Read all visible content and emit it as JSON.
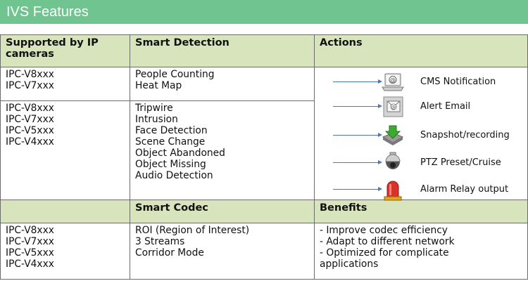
{
  "header": {
    "title": "IVS Features"
  },
  "table": {
    "row1": {
      "col1": "Supported by IP cameras",
      "col2": "Smart Detection",
      "col3": "Actions"
    },
    "row2": {
      "cameras": [
        "IPC-V8xxx",
        "IPC-V7xxx"
      ],
      "features": [
        "People Counting",
        "Heat Map"
      ]
    },
    "row3": {
      "cameras": [
        "IPC-V8xxx",
        "IPC-V7xxx",
        "IPC-V5xxx",
        "IPC-V4xxx"
      ],
      "features": [
        "Tripwire",
        "Intrusion",
        "Face Detection",
        "Scene Change",
        "Object Abandoned",
        "Object Missing",
        "Audio Detection"
      ]
    },
    "actions": [
      {
        "label": "CMS Notification",
        "icon": "laptop-email-icon"
      },
      {
        "label": "Alert Email",
        "icon": "envelope-icon"
      },
      {
        "label": "Snapshot/recording",
        "icon": "download-arrow-icon"
      },
      {
        "label": "PTZ Preset/Cruise",
        "icon": "ptz-camera-icon"
      },
      {
        "label": "Alarm Relay output",
        "icon": "alarm-light-icon"
      }
    ],
    "row4": {
      "col1": "",
      "col2": "Smart Codec",
      "col3": "Benefits"
    },
    "row5": {
      "cameras": [
        "IPC-V8xxx",
        "IPC-V7xxx",
        "IPC-V5xxx",
        "IPC-V4xxx"
      ],
      "codec": [
        "ROI (Region of Interest)",
        "3 Streams",
        "Corridor Mode"
      ],
      "benefits": [
        "- Improve codec efficiency",
        "- Adapt to different network",
        "- Optimized for complicate",
        "applications"
      ]
    }
  },
  "colors": {
    "banner": "#70c48f",
    "header_row": "#d8e4bc",
    "arrow": "#4a78c0"
  }
}
